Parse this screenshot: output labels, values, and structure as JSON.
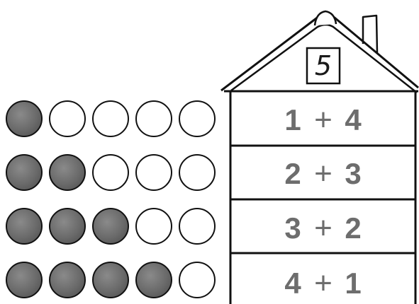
{
  "house_number": "5",
  "rows": [
    {
      "a": "1",
      "op": "+",
      "b": "4",
      "filled": 1
    },
    {
      "a": "2",
      "op": "+",
      "b": "3",
      "filled": 2
    },
    {
      "a": "3",
      "op": "+",
      "b": "2",
      "filled": 3
    },
    {
      "a": "4",
      "op": "+",
      "b": "1",
      "filled": 4
    }
  ],
  "circles_per_row": 5,
  "colors": {
    "filled_circle": "#6f6f6f",
    "empty_circle": "#ffffff",
    "outline": "#111111",
    "text": "#6d6d6d"
  }
}
